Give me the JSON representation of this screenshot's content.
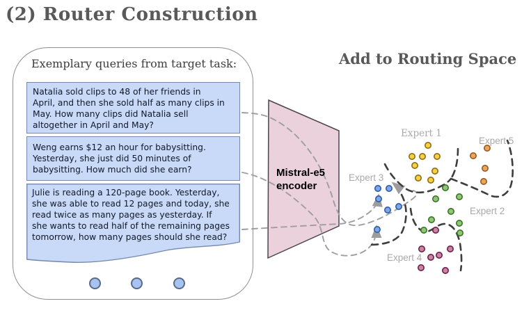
{
  "page": {
    "title": "(2)  Router Construction"
  },
  "device": {
    "header": "Exemplary queries from target task:",
    "queries": [
      {
        "lines": [
          "Natalia sold clips to 48 of her friends in",
          "April, and then she sold half as many clips in",
          "May. How many clips did Natalia sell",
          "altogether in April and May?"
        ]
      },
      {
        "lines": [
          "Weng earns $12 an hour for babysitting.",
          "Yesterday, she just did 50 minutes of",
          "babysitting. How much did she earn?"
        ]
      },
      {
        "lines": [
          "Julie is reading a 120-page book. Yesterday,",
          "she was able to read 12 pages and today, she",
          "read twice as many pages as yesterday. If",
          "she wants to read half of the remaining pages",
          "tomorrow, how many pages should she read?"
        ]
      }
    ],
    "box_fill": "#c9daf8",
    "box_border": "#7688ad"
  },
  "encoder": {
    "label_line1": "Mistral-e5",
    "label_line2": "encoder",
    "fill": "#ead1dc",
    "border": "#4d4450"
  },
  "routing_space": {
    "title": "Add to Routing Space",
    "clusters": [
      {
        "name": "Expert 1",
        "fill": "#f5d143",
        "stroke": "#8f6b13",
        "points": [
          [
            615,
            209
          ],
          [
            592,
            225
          ],
          [
            607,
            225
          ],
          [
            628,
            225
          ],
          [
            596,
            238
          ],
          [
            625,
            246
          ],
          [
            601,
            256
          ],
          [
            619,
            259
          ]
        ]
      },
      {
        "name": "Expert 5",
        "fill": "#eda55c",
        "stroke": "#935b1f",
        "points": [
          [
            700,
            213
          ],
          [
            680,
            224
          ],
          [
            697,
            242
          ],
          [
            695,
            261
          ]
        ]
      },
      {
        "name": "Expert 3",
        "fill": "#7da7e8",
        "stroke": "#2e5aa8",
        "points": [
          [
            543,
            271
          ],
          [
            559,
            271
          ],
          [
            544,
            286
          ],
          [
            573,
            297
          ],
          [
            557,
            302
          ],
          [
            542,
            330
          ]
        ]
      },
      {
        "name": "Expert 2",
        "fill": "#93c47d",
        "stroke": "#38761d",
        "points": [
          [
            640,
            270
          ],
          [
            660,
            283
          ],
          [
            626,
            286
          ],
          [
            648,
            304
          ],
          [
            620,
            316
          ],
          [
            660,
            321
          ],
          [
            609,
            331
          ],
          [
            661,
            335
          ]
        ]
      },
      {
        "name": "Expert 4",
        "fill": "#c487a5",
        "stroke": "#741b47",
        "points": [
          [
            626,
            331
          ],
          [
            606,
            358
          ],
          [
            647,
            358
          ],
          [
            631,
            367
          ],
          [
            619,
            370
          ],
          [
            605,
            385
          ],
          [
            640,
            389
          ]
        ]
      }
    ]
  }
}
